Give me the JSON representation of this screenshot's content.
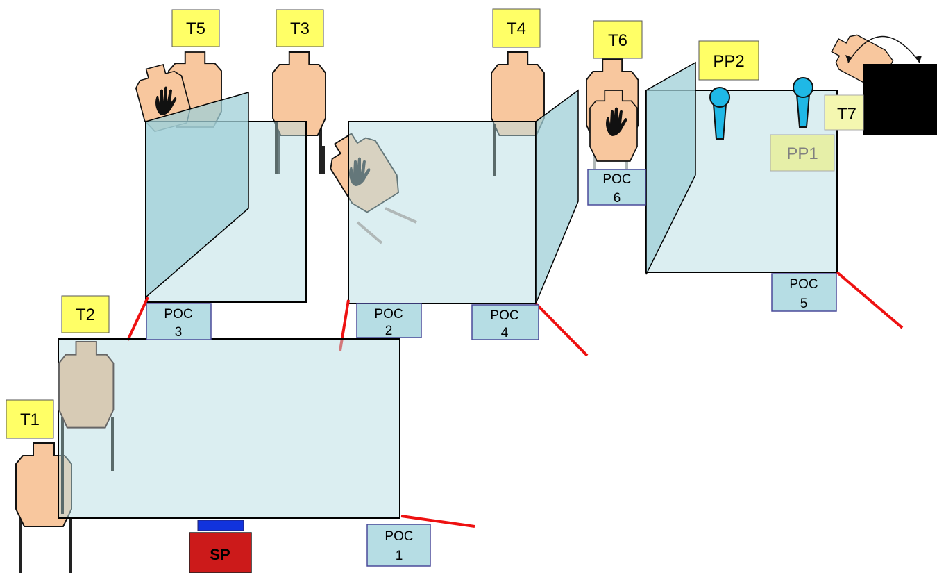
{
  "labels": {
    "t1": "T1",
    "t2": "T2",
    "t3": "T3",
    "t4": "T4",
    "t5": "T5",
    "t6": "T6",
    "t7": "T7",
    "pp1": "PP1",
    "pp2": "PP2"
  },
  "poc": [
    {
      "line1": "POC",
      "line2": "1"
    },
    {
      "line1": "POC",
      "line2": "2"
    },
    {
      "line1": "POC",
      "line2": "3"
    },
    {
      "line1": "POC",
      "line2": "4"
    },
    {
      "line1": "POC",
      "line2": "5"
    },
    {
      "line1": "POC",
      "line2": "6"
    }
  ],
  "start_position": "SP",
  "icons": {
    "no_shoot_marker": "hand-icon",
    "popper": "popper-icon",
    "swing": "curved-double-arrow-icon"
  },
  "colors": {
    "label_fill": "#ffff66",
    "poc_fill": "#b6dde4",
    "fault_line": "#ee1111",
    "target_fill": "#f8c79e",
    "popper_fill": "#1fb8e6",
    "start_position_fill": "#cc1a1a",
    "start_bar": "#1133dd",
    "swinger_cover": "#000000"
  }
}
